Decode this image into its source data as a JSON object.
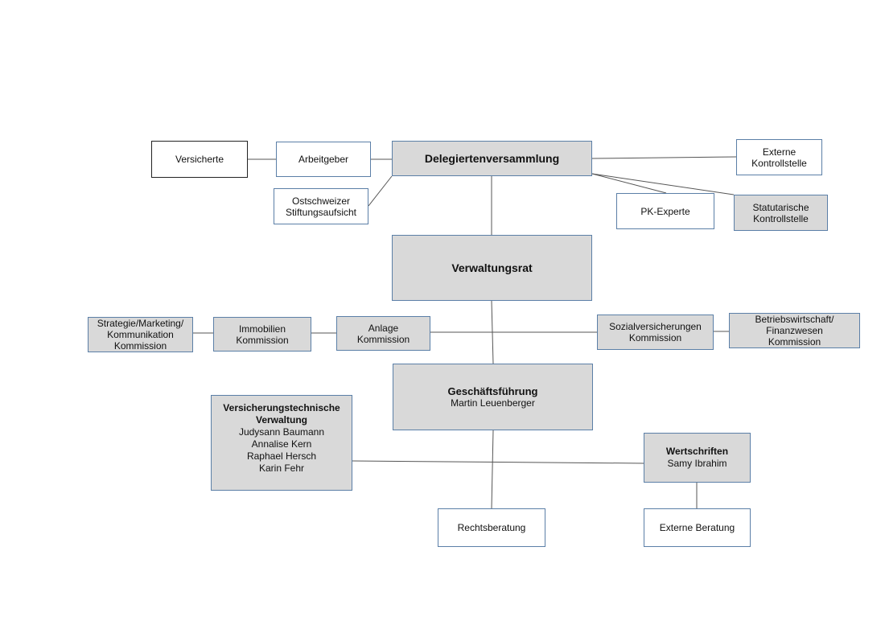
{
  "org_chart": {
    "versicherte": "Versicherte",
    "arbeitgeber": "Arbeitgeber",
    "delegiertenversammlung": "Delegiertenversammlung",
    "externe_kontrollstelle": "Externe\nKontrollstelle",
    "ostschweizer_stiftungsaufsicht": "Ostschweizer\nStiftungsaufsicht",
    "pk_experte": "PK-Experte",
    "statutarische_kontrollstelle": "Statutarische\nKontrollstelle",
    "verwaltungsrat": "Verwaltungsrat",
    "strategie_kommission": "Strategie/Marketing/\nKommunikation\nKommission",
    "immobilien_kommission": "Immobilien\nKommission",
    "anlage_kommission": "Anlage\nKommission",
    "sozialversicherungen_kommission": "Sozialversicherungen\nKommission",
    "betriebswirtschaft_kommission": "Betriebswirtschaft/\nFinanzwesen\nKommission",
    "geschaeftsfuehrung": {
      "title": "Geschäftsführung",
      "person": "Martin Leuenberger"
    },
    "versicherungstechnische_verwaltung": {
      "title": "Versicherungstechnische\nVerwaltung",
      "members": [
        "Judysann Baumann",
        "Annalise Kern",
        "Raphael Hersch",
        "Karin Fehr"
      ]
    },
    "wertschriften": {
      "title": "Wertschriften",
      "person": "Samy Ibrahim"
    },
    "rechtsberatung": "Rechtsberatung",
    "externe_beratung": "Externe Beratung"
  },
  "colors": {
    "border": "#5b7fa7",
    "grey_fill": "#d9d9d9",
    "line": "#555555"
  }
}
